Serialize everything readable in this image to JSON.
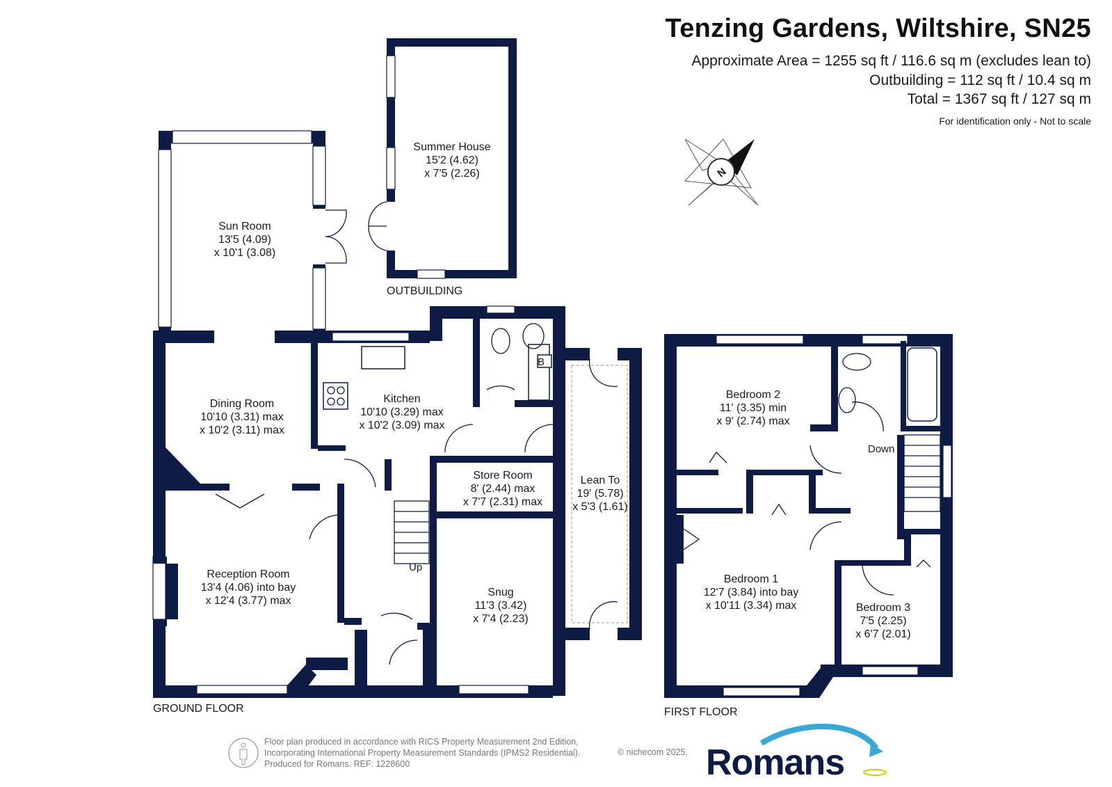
{
  "header": {
    "title": "Tenzing Gardens, Wiltshire, SN25",
    "area_main": "Approximate Area = 1255 sq ft / 116.6 sq m (excludes lean to)",
    "area_outbuilding": "Outbuilding = 112 sq ft / 10.4 sq m",
    "area_total": "Total = 1367 sq ft / 127 sq m",
    "note": "For identification only - Not to scale"
  },
  "compass": {
    "label": "N",
    "icon": "compass-rose-icon"
  },
  "floors": {
    "ground_floor": "GROUND FLOOR",
    "first_floor": "FIRST FLOOR",
    "outbuilding": "OUTBUILDING"
  },
  "rooms": {
    "summer_house": {
      "name": "Summer House",
      "dim1": "15'2 (4.62)",
      "dim2": "x 7'5 (2.26)"
    },
    "sun_room": {
      "name": "Sun Room",
      "dim1": "13'5 (4.09)",
      "dim2": "x 10'1 (3.08)"
    },
    "dining_room": {
      "name": "Dining Room",
      "dim1": "10'10 (3.31) max",
      "dim2": "x 10'2 (3.11) max"
    },
    "kitchen": {
      "name": "Kitchen",
      "dim1": "10'10 (3.29) max",
      "dim2": "x 10'2 (3.09) max"
    },
    "store_room": {
      "name": "Store Room",
      "dim1": "8' (2.44) max",
      "dim2": "x 7'7 (2.31) max"
    },
    "lean_to": {
      "name": "Lean To",
      "dim1": "19' (5.78)",
      "dim2": "x 5'3 (1.61)"
    },
    "reception_room": {
      "name": "Reception Room",
      "dim1": "13'4 (4.06) into bay",
      "dim2": "x 12'4 (3.77) max"
    },
    "snug": {
      "name": "Snug",
      "dim1": "11'3 (3.42)",
      "dim2": "x 7'4 (2.23)"
    },
    "bedroom_2": {
      "name": "Bedroom 2",
      "dim1": "11' (3.35) min",
      "dim2": "x 9' (2.74) max"
    },
    "bedroom_1": {
      "name": "Bedroom 1",
      "dim1": "12'7 (3.84) into bay",
      "dim2": "x 10'11 (3.34) max"
    },
    "bedroom_3": {
      "name": "Bedroom 3",
      "dim1": "7'5 (2.25)",
      "dim2": "x 6'7 (2.01)"
    }
  },
  "labels": {
    "up": "Up",
    "down": "Down",
    "boiler": "B"
  },
  "footer": {
    "line1": "Floor plan produced in accordance with RICS Property Measurement 2nd Edition,",
    "line2": "Incorporating International Property Measurement Standards (IPMS2 Residential).",
    "line3": "Produced for Romans.   REF:  1228600",
    "copyright": "© nichecom 2025.",
    "brand": "Romans"
  },
  "colors": {
    "wall": "#0d1b45",
    "brand_accent": "#3aa6d8",
    "brand_yellow": "#c7d000"
  }
}
